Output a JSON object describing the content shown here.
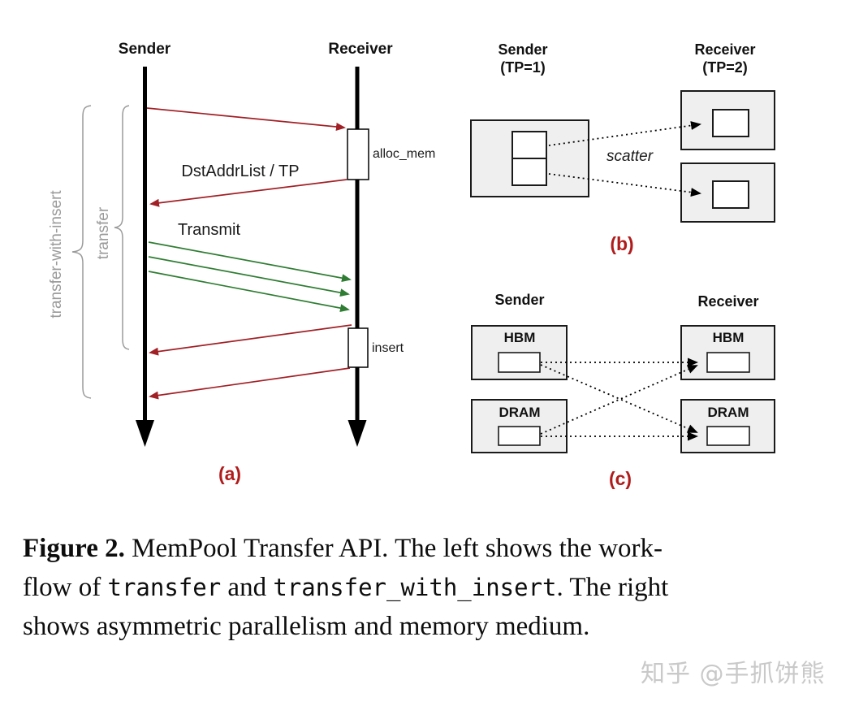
{
  "figure": {
    "panel_a": {
      "caption": "(a)",
      "sender": "Sender",
      "receiver": "Receiver",
      "messages": {
        "alloc_mem": "alloc_mem",
        "dst_addr": "DstAddrList / TP",
        "transmit": "Transmit",
        "insert": "insert"
      },
      "brackets": {
        "outer": "transfer-with-insert",
        "inner": "transfer"
      }
    },
    "panel_b": {
      "caption": "(b)",
      "sender": "Sender",
      "sender_tp": "(TP=1)",
      "receiver": "Receiver",
      "receiver_tp": "(TP=2)",
      "scatter": "scatter"
    },
    "panel_c": {
      "caption": "(c)",
      "sender": "Sender",
      "receiver": "Receiver",
      "sender_hbm": "HBM",
      "sender_dram": "DRAM",
      "receiver_hbm": "HBM",
      "receiver_dram": "DRAM"
    }
  },
  "caption": {
    "label": "Figure 2.",
    "line1": " MemPool Transfer API. The left shows the work-",
    "line2_pre": "flow of ",
    "line2_code1": "transfer",
    "line2_mid": " and ",
    "line2_code2": "transfer_with_insert",
    "line2_post": ". The right",
    "line3": "shows asymmetric parallelism and memory medium."
  },
  "watermark": "知乎 @手抓饼熊",
  "colors": {
    "arrow_red": "#a12026",
    "arrow_green": "#2e7d32",
    "label_red": "#b01c1c",
    "box_fill": "#efefef",
    "bracket_gray": "#9a9a9a"
  }
}
